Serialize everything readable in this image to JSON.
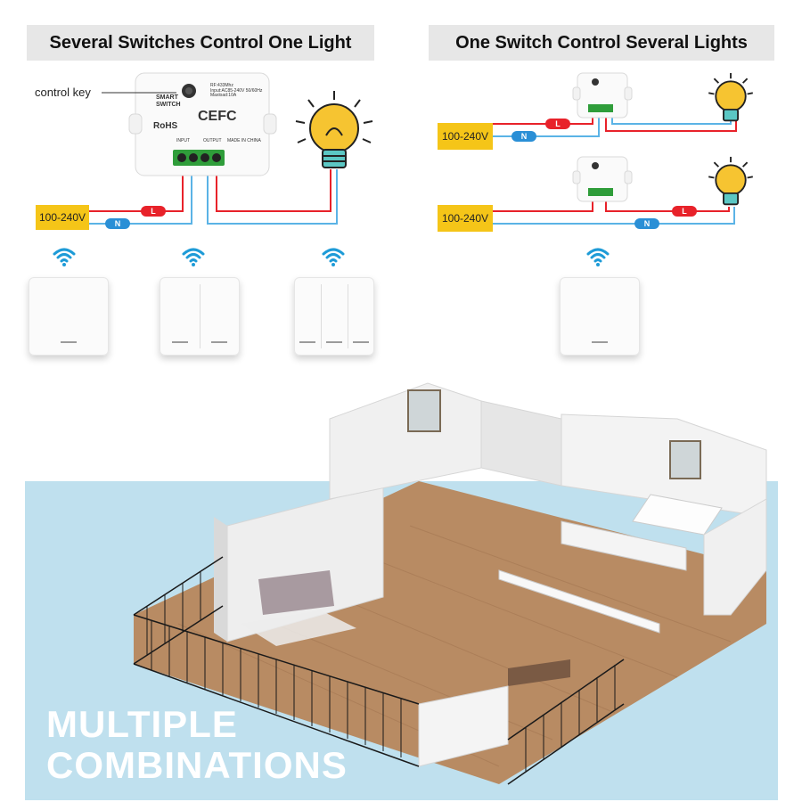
{
  "headings": {
    "left": "Several Switches Control One Light",
    "right": "One Switch Control Several Lights"
  },
  "left_diagram": {
    "control_key_label": "control key",
    "module": {
      "brand_line1": "SMART",
      "brand_line2": "SWITCH",
      "cert": "CEFC",
      "rohs": "RoHS",
      "spec_rf": "RF:433Mhz",
      "spec_input": "Input:AC85-240V 50/60Hz",
      "spec_max": "Maxload:10A",
      "terminal_in": "INPUT",
      "terminal_out": "OUTPUT",
      "made_in": "MADE IN CHINA"
    },
    "voltage": "100-240V",
    "live_tag": "L",
    "neutral_tag": "N"
  },
  "right_diagram": {
    "voltage_top": "100-240V",
    "voltage_bottom": "100-240V",
    "live_tag": "L",
    "neutral_tag": "N"
  },
  "remotes": {
    "left_gangs": [
      1,
      2,
      3
    ],
    "right_gangs": [
      1
    ]
  },
  "floorplan": {
    "caption_line1": "MULTIPLE",
    "caption_line2": "COMBINATIONS"
  },
  "colors": {
    "live_wire": "#e8222a",
    "neutral_wire": "#5bb3e6",
    "voltage_box": "#f5c518",
    "wifi_icon": "#1e9bd7",
    "bulb": "#f6c431",
    "sky_bg": "#bfe0ee"
  },
  "icons": [
    "wifi-icon",
    "light-bulb-icon",
    "smart-switch-module"
  ]
}
